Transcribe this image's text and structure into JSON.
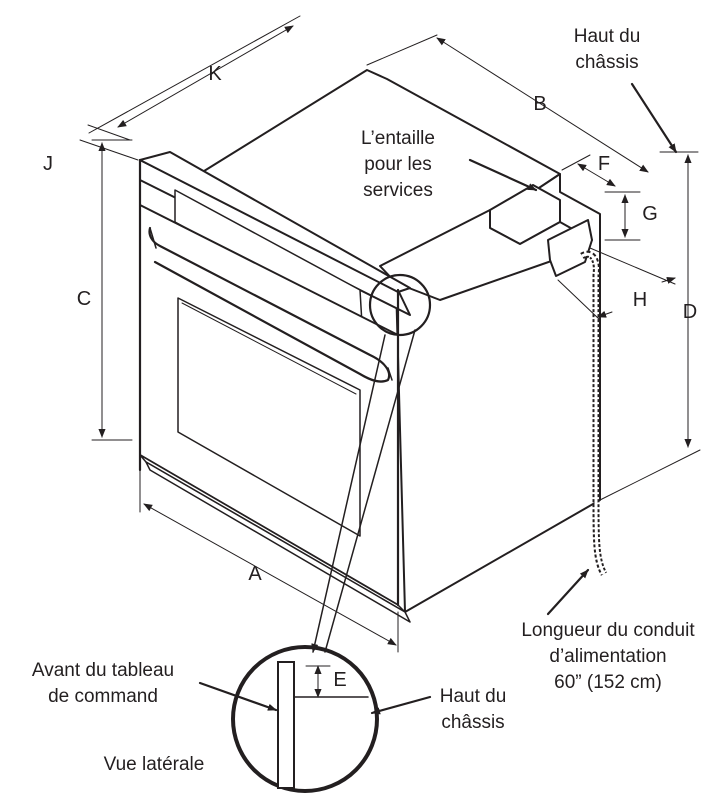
{
  "labels": {
    "chassis_top": [
      "Haut du",
      "châssis"
    ],
    "service_notch": [
      "L’entaille",
      "pour les",
      "services"
    ],
    "conduit_length": [
      "Longueur du conduit",
      "d’alimentation",
      "60” (152 cm)"
    ],
    "panel_front": [
      "Avant du tableau",
      "de command"
    ],
    "detail_chassis_top": [
      "Haut du",
      "châssis"
    ],
    "side_view": "Vue latérale"
  },
  "dimensions": {
    "A": "A",
    "B": "B",
    "C": "C",
    "D": "D",
    "E": "E",
    "F": "F",
    "G": "G",
    "H": "H",
    "J": "J",
    "K": "K"
  }
}
